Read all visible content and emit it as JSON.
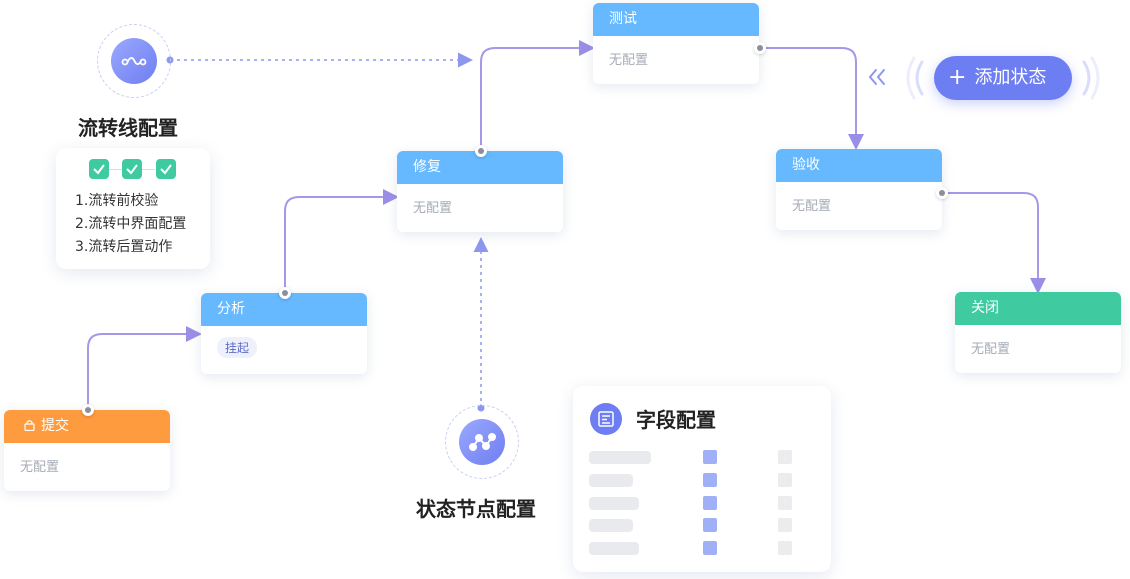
{
  "nodes": {
    "test": {
      "title": "测试",
      "body": "无配置"
    },
    "repair": {
      "title": "修复",
      "body": "无配置"
    },
    "accept": {
      "title": "验收",
      "body": "无配置"
    },
    "analyze": {
      "title": "分析",
      "badge": "挂起"
    },
    "submit": {
      "title": "提交",
      "body": "无配置"
    },
    "close": {
      "title": "关闭",
      "body": "无配置"
    }
  },
  "flow_config": {
    "label": "流转线配置",
    "rules": [
      "1.流转前校验",
      "2.流转中界面配置",
      "3.流转后置动作"
    ]
  },
  "state_node_config": {
    "label": "状态节点配置"
  },
  "add_state": {
    "label": "添加状态"
  },
  "field_config": {
    "label": "字段配置"
  },
  "colors": {
    "header_blue": "#66b8ff",
    "header_orange": "#ff9b3f",
    "header_green": "#3fcaa0",
    "accent": "#6d7df2",
    "link": "#9a8fe6"
  },
  "icons": {
    "flow": "route-icon",
    "state": "nodes-icon",
    "field": "form-icon",
    "submit": "lock-icon",
    "add": "plus-icon",
    "back": "double-chevron-left-icon"
  }
}
